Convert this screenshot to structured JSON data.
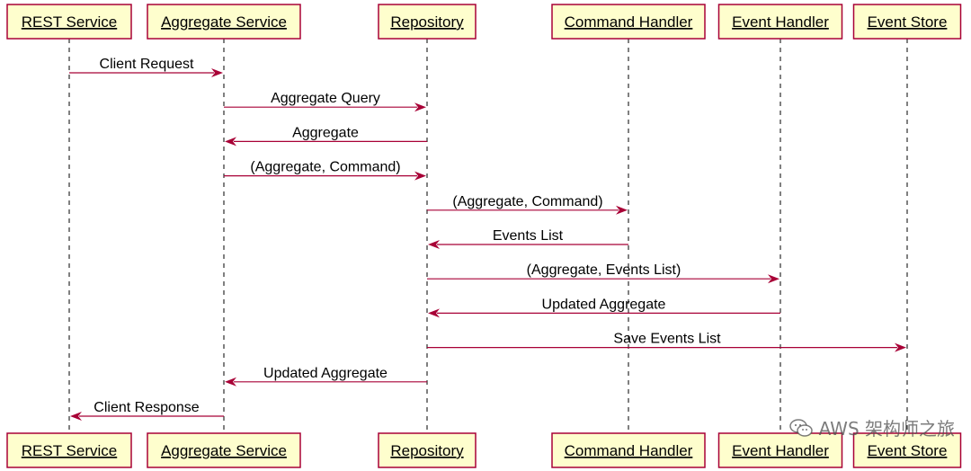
{
  "participants": [
    {
      "id": "rest",
      "label": "REST Service"
    },
    {
      "id": "agg",
      "label": "Aggregate Service"
    },
    {
      "id": "repo",
      "label": "Repository"
    },
    {
      "id": "cmd",
      "label": "Command Handler"
    },
    {
      "id": "evh",
      "label": "Event Handler"
    },
    {
      "id": "evs",
      "label": "Event Store"
    }
  ],
  "messages": [
    {
      "from": "rest",
      "to": "agg",
      "label": "Client Request"
    },
    {
      "from": "agg",
      "to": "repo",
      "label": "Aggregate Query"
    },
    {
      "from": "repo",
      "to": "agg",
      "label": "Aggregate"
    },
    {
      "from": "agg",
      "to": "repo",
      "label": "(Aggregate, Command)"
    },
    {
      "from": "repo",
      "to": "cmd",
      "label": "(Aggregate, Command)"
    },
    {
      "from": "cmd",
      "to": "repo",
      "label": "Events List"
    },
    {
      "from": "repo",
      "to": "evh",
      "label": "(Aggregate, Events List)"
    },
    {
      "from": "evh",
      "to": "repo",
      "label": "Updated Aggregate"
    },
    {
      "from": "repo",
      "to": "evs",
      "label": "Save Events List"
    },
    {
      "from": "repo",
      "to": "agg",
      "label": "Updated Aggregate"
    },
    {
      "from": "agg",
      "to": "rest",
      "label": "Client Response"
    }
  ],
  "watermark": {
    "text": "AWS 架构师之旅",
    "icon": "wechat-icon"
  },
  "colors": {
    "arrow": "#a80036",
    "box_fill": "#fefecd",
    "box_border": "#a80036"
  }
}
